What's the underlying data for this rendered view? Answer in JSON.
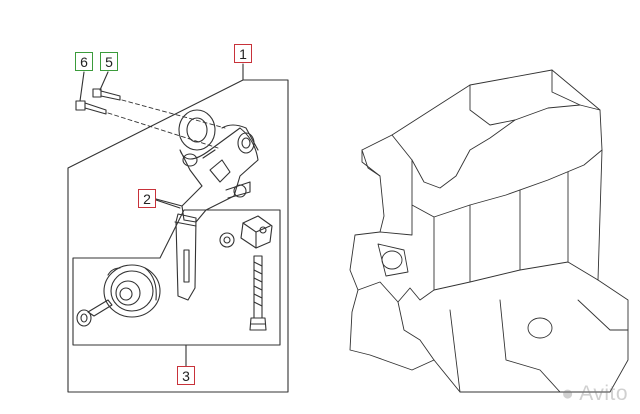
{
  "callouts": {
    "c1": "1",
    "c2": "2",
    "c3": "3",
    "c5": "5",
    "c6": "6"
  },
  "watermark": {
    "text": "Avito"
  },
  "colors": {
    "callout_red": "#c8323a",
    "callout_green": "#3b9b3b",
    "line": "#333333"
  }
}
